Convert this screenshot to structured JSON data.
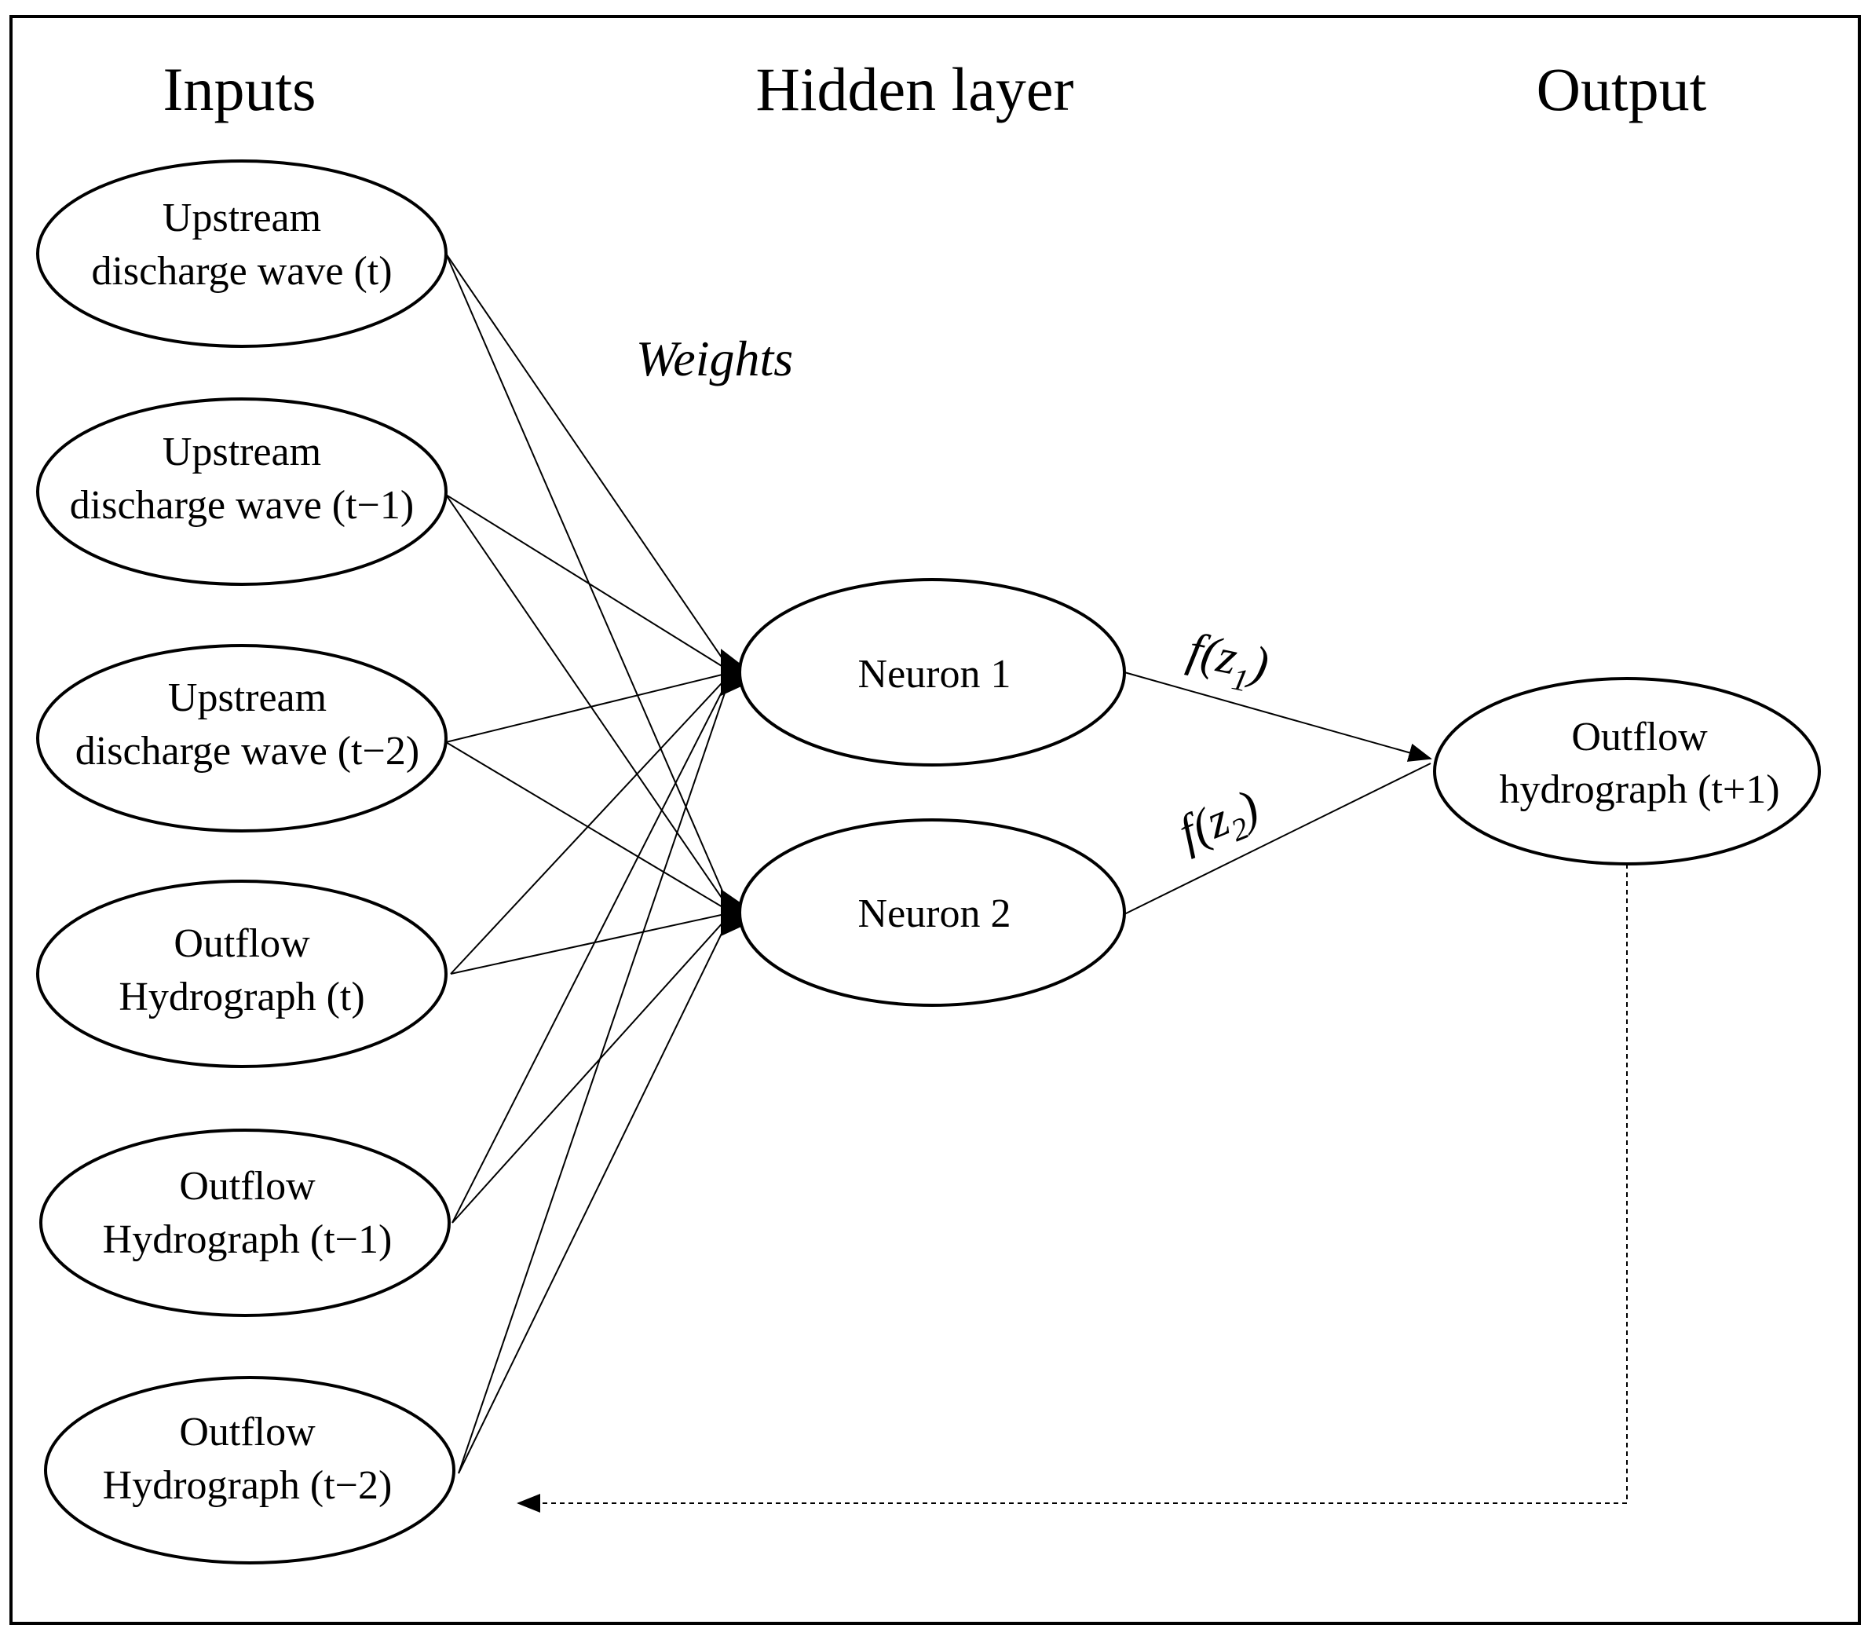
{
  "headings": {
    "inputs": "Inputs",
    "hidden": "Hidden layer",
    "output": "Output"
  },
  "weights_label": "Weights",
  "inputs": [
    {
      "line1": "Upstream",
      "line2": "discharge wave (t)"
    },
    {
      "line1": "Upstream",
      "line2": "discharge wave (t−1)"
    },
    {
      "line1": "Upstream",
      "line2": "discharge wave (t−2)"
    },
    {
      "line1": "Outflow",
      "line2": "Hydrograph (t)"
    },
    {
      "line1": "Outflow",
      "line2": "Hydrograph (t−1)"
    },
    {
      "line1": "Outflow",
      "line2": "Hydrograph (t−2)"
    }
  ],
  "neurons": [
    {
      "label": "Neuron 1"
    },
    {
      "label": "Neuron 2"
    }
  ],
  "activations": [
    {
      "func": "f(z",
      "sub": "1",
      "close": ")"
    },
    {
      "func": "f(z",
      "sub": "2",
      "close": ")"
    }
  ],
  "output": {
    "line1": "Outflow",
    "line2": "hydrograph (t+1)"
  },
  "colors": {
    "stroke": "#000000",
    "background": "#ffffff"
  }
}
